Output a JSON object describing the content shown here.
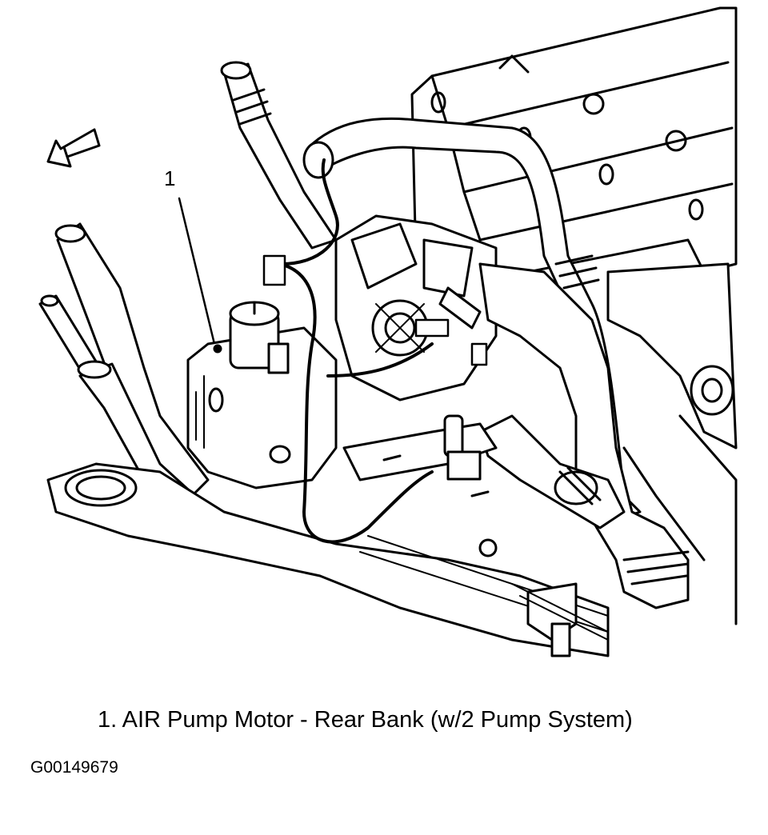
{
  "diagram": {
    "callout": "1",
    "legend": [
      {
        "number": "1.",
        "text": "AIR Pump Motor - Rear Bank (w/2 Pump System)"
      }
    ],
    "figure_id": "G00149679",
    "colors": {
      "line": "#000000",
      "background": "#ffffff"
    }
  }
}
